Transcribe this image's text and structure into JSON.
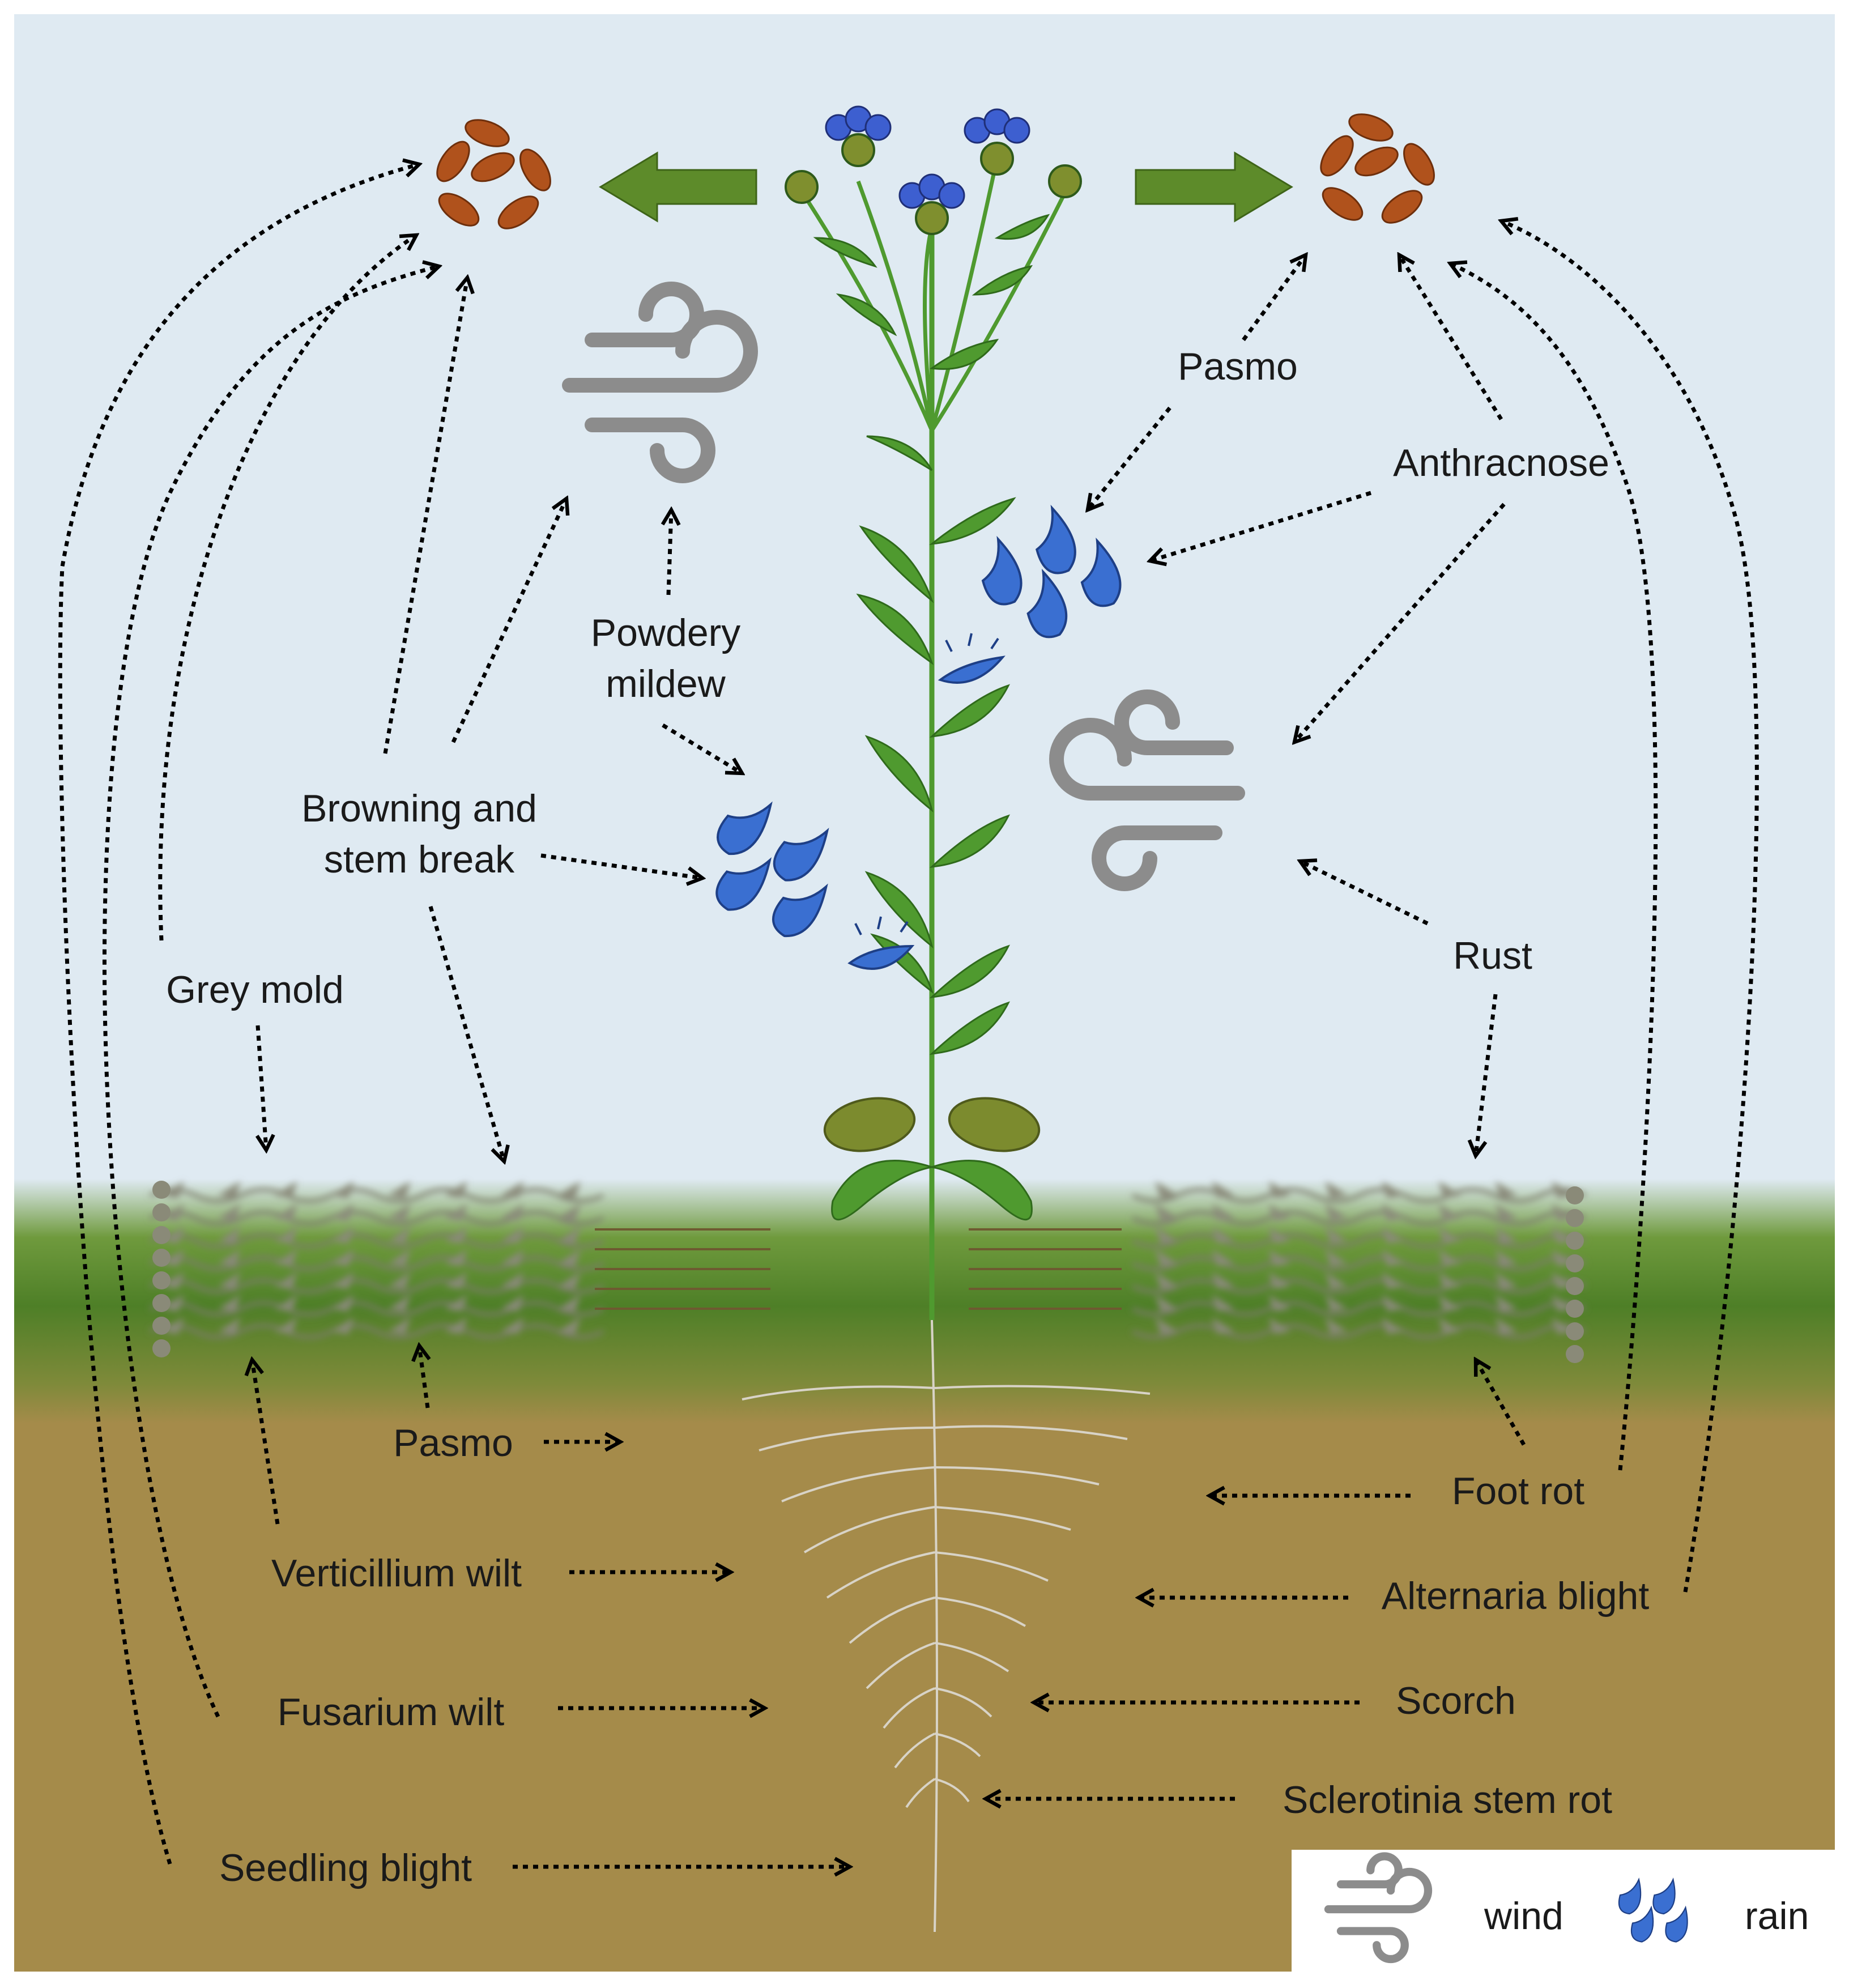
{
  "labels": {
    "pasmo_top": "Pasmo",
    "anthracnose": "Anthracnose",
    "powdery_mildew_line1": "Powdery",
    "powdery_mildew_line2": "mildew",
    "browning_line1": "Browning and",
    "browning_line2": "stem break",
    "rust": "Rust",
    "grey_mold": "Grey mold",
    "pasmo_bottom": "Pasmo",
    "verticillium_wilt": "Verticillium wilt",
    "fusarium_wilt": "Fusarium wilt",
    "seedling_blight": "Seedling blight",
    "foot_rot": "Foot rot",
    "alternaria_blight": "Alternaria blight",
    "scorch": "Scorch",
    "sclerotinia_stem_rot": "Sclerotinia stem rot"
  },
  "legend": {
    "wind_label": "wind",
    "rain_label": "rain",
    "wind_icon": "wind-icon",
    "rain_icon": "rain-drops-icon"
  },
  "colors": {
    "sky": "#dfeaf2",
    "grass": "#4e7f27",
    "soil": "#a58b4a",
    "plant_green": "#4f9a2f",
    "flower_blue": "#3d5fd0",
    "seed_brown": "#b0521c",
    "wind_grey": "#8c8c8c",
    "rain_blue": "#3a6fd1",
    "movement_arrow_green": "#5d8b2a"
  }
}
